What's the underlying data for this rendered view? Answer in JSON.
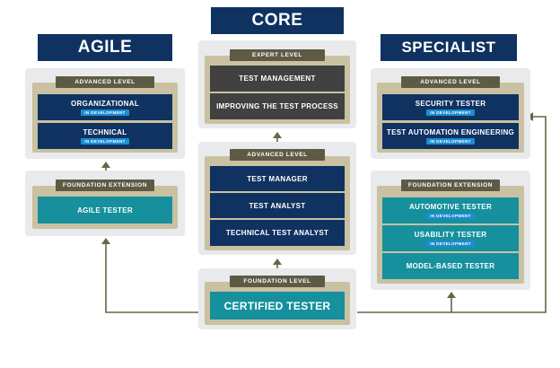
{
  "headers": {
    "agile": "AGILE",
    "core": "CORE",
    "specialist": "SPECIALIST"
  },
  "agile": {
    "advanced": {
      "level": "ADVANCED LEVEL",
      "items": [
        {
          "label": "ORGANIZATIONAL",
          "badge": "IN DEVELOPMENT"
        },
        {
          "label": "TECHNICAL",
          "badge": "IN DEVELOPMENT"
        }
      ]
    },
    "foundation": {
      "level": "FOUNDATION EXTENSION",
      "items": [
        {
          "label": "AGILE TESTER"
        }
      ]
    }
  },
  "core": {
    "expert": {
      "level": "EXPERT LEVEL",
      "items": [
        {
          "label": "TEST MANAGEMENT"
        },
        {
          "label": "IMPROVING THE TEST PROCESS"
        }
      ]
    },
    "advanced": {
      "level": "ADVANCED LEVEL",
      "items": [
        {
          "label": "TEST MANAGER"
        },
        {
          "label": "TEST ANALYST"
        },
        {
          "label": "TECHNICAL TEST ANALYST"
        }
      ]
    },
    "foundation": {
      "level": "FOUNDATION LEVEL",
      "items": [
        {
          "label": "CERTIFIED TESTER"
        }
      ]
    }
  },
  "specialist": {
    "advanced": {
      "level": "ADVANCED LEVEL",
      "items": [
        {
          "label": "SECURITY TESTER",
          "badge": "IN DEVELOPMENT"
        },
        {
          "label": "TEST AUTOMATION ENGINEERING",
          "badge": "IN DEVELOPMENT"
        }
      ]
    },
    "foundation": {
      "level": "FOUNDATION EXTENSION",
      "items": [
        {
          "label": "AUTOMOTIVE TESTER",
          "badge": "IN DEVELOPMENT"
        },
        {
          "label": "USABILITY TESTER",
          "badge": "IN DEVELOPMENT"
        },
        {
          "label": "MODEL-BASED TESTER"
        }
      ]
    }
  },
  "colors": {
    "navy": "#0f3261",
    "grey_box": "#414141",
    "teal": "#16909d",
    "badge_blue": "#1e8cd1",
    "tan": "#c9c1a1",
    "level_tag": "#5e5a44",
    "arrow": "#6a6446",
    "panel": "#e9eaec"
  }
}
